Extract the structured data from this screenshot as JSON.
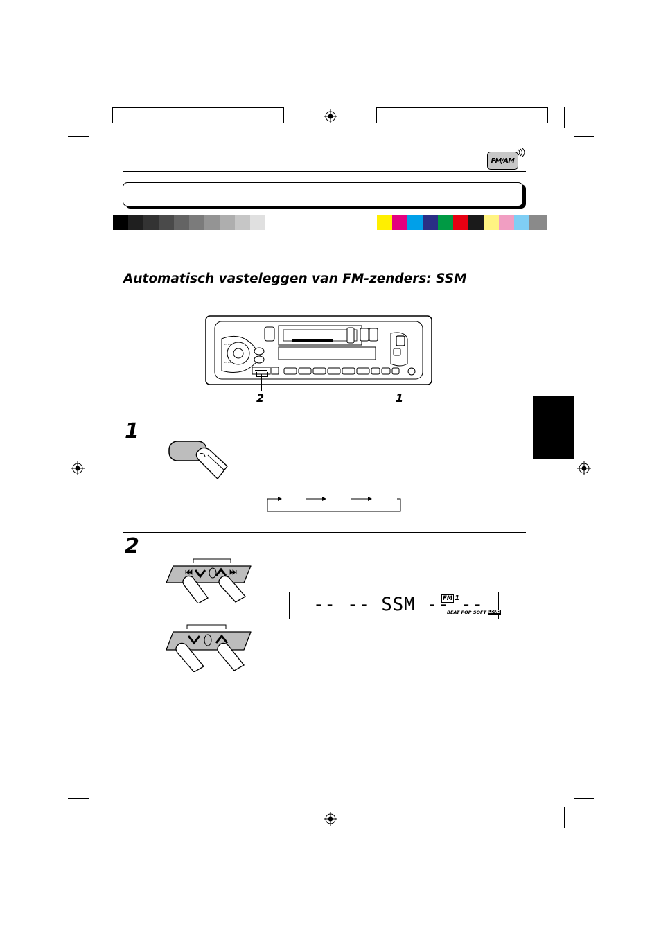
{
  "page": {
    "band_badge": "FM/AM",
    "section_heading": "Automatisch vasteleggen van FM-zenders: SSM",
    "callouts": {
      "left": "2",
      "right": "1"
    },
    "steps": [
      {
        "number": "1"
      },
      {
        "number": "2"
      }
    ],
    "display": {
      "segment_text": "-- -- SSM -- --",
      "band_indicator": "FM",
      "band_number": "1",
      "sound_modes": "BEAT POP SOFT",
      "loud_badge": "LOUD"
    }
  },
  "colors": {
    "grayscale_swatches": [
      "#000000",
      "#1f1f1f",
      "#333333",
      "#4a4a4a",
      "#646464",
      "#7b7b7b",
      "#949494",
      "#aeaeae",
      "#c6c6c6",
      "#e0e0e0",
      "#ffffff"
    ],
    "color_swatches": [
      "#ffef00",
      "#e4007f",
      "#00a0e9",
      "#2a2f86",
      "#009a44",
      "#e60012",
      "#1a1a1a",
      "#fff382",
      "#f19ec2",
      "#7fcef4",
      "#8a8a8a"
    ],
    "language_tab": "#000000",
    "button_fill": "#bdbdbd"
  }
}
